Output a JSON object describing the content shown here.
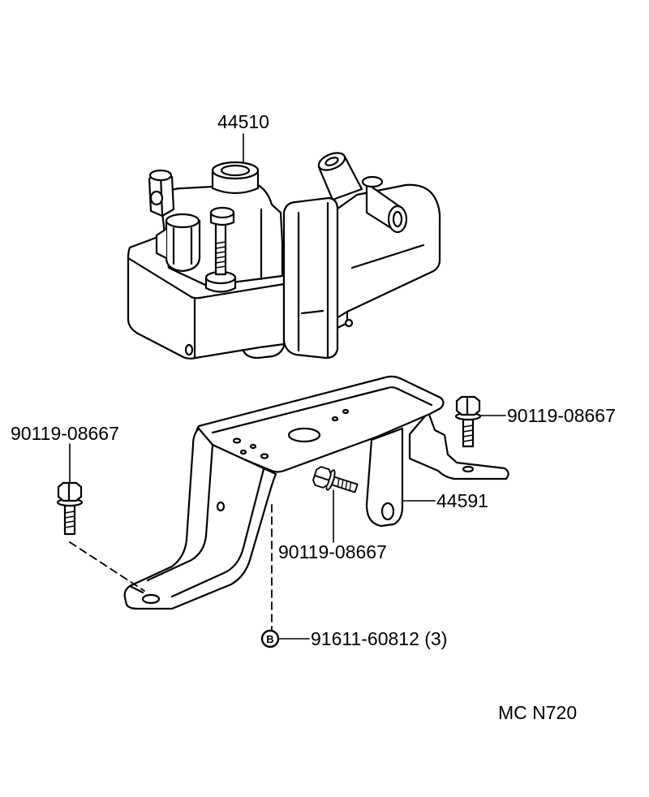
{
  "callouts": {
    "hydraulic_unit": "44510",
    "bolt_upper_right": "90119-08667",
    "bolt_left": "90119-08667",
    "bracket": "44591",
    "bolt_center": "90119-08667",
    "bolt_b_symbol": "B",
    "bolt_b": "91611-60812 (3)"
  },
  "diagram_code": "MC N720"
}
